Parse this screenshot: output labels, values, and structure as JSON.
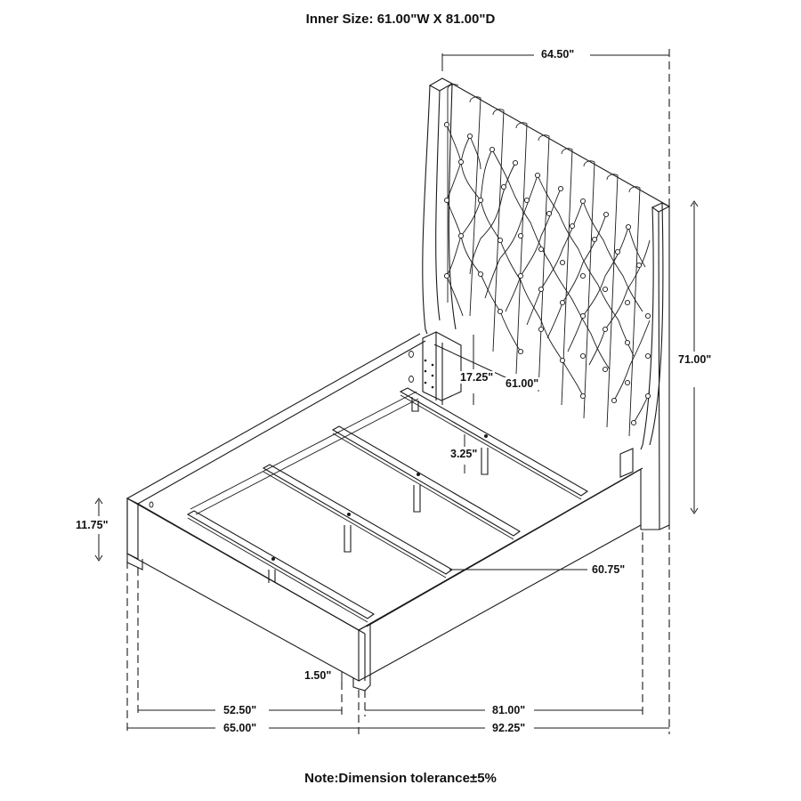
{
  "header": {
    "inner_size": "Inner Size: 61.00\"W X 81.00\"D"
  },
  "footer": {
    "note": "Note:Dimension tolerance±5%"
  },
  "diagram": {
    "subject": "Upholstered bed with tall tufted wingback headboard, isometric line drawing",
    "dimensions": {
      "headboard_width": "64.50\"",
      "total_height": "71.00\"",
      "headboard_leg_height": "17.25\"",
      "inner_width": "61.00\"",
      "slat_leg_height": "3.25\"",
      "rail_height": "11.75\"",
      "side_rail_length": "60.75\"",
      "leg_height": "1.50\"",
      "footboard_width_inner": "52.50\"",
      "inner_length": "81.00\"",
      "overall_width": "65.00\"",
      "overall_length": "92.25\""
    }
  }
}
